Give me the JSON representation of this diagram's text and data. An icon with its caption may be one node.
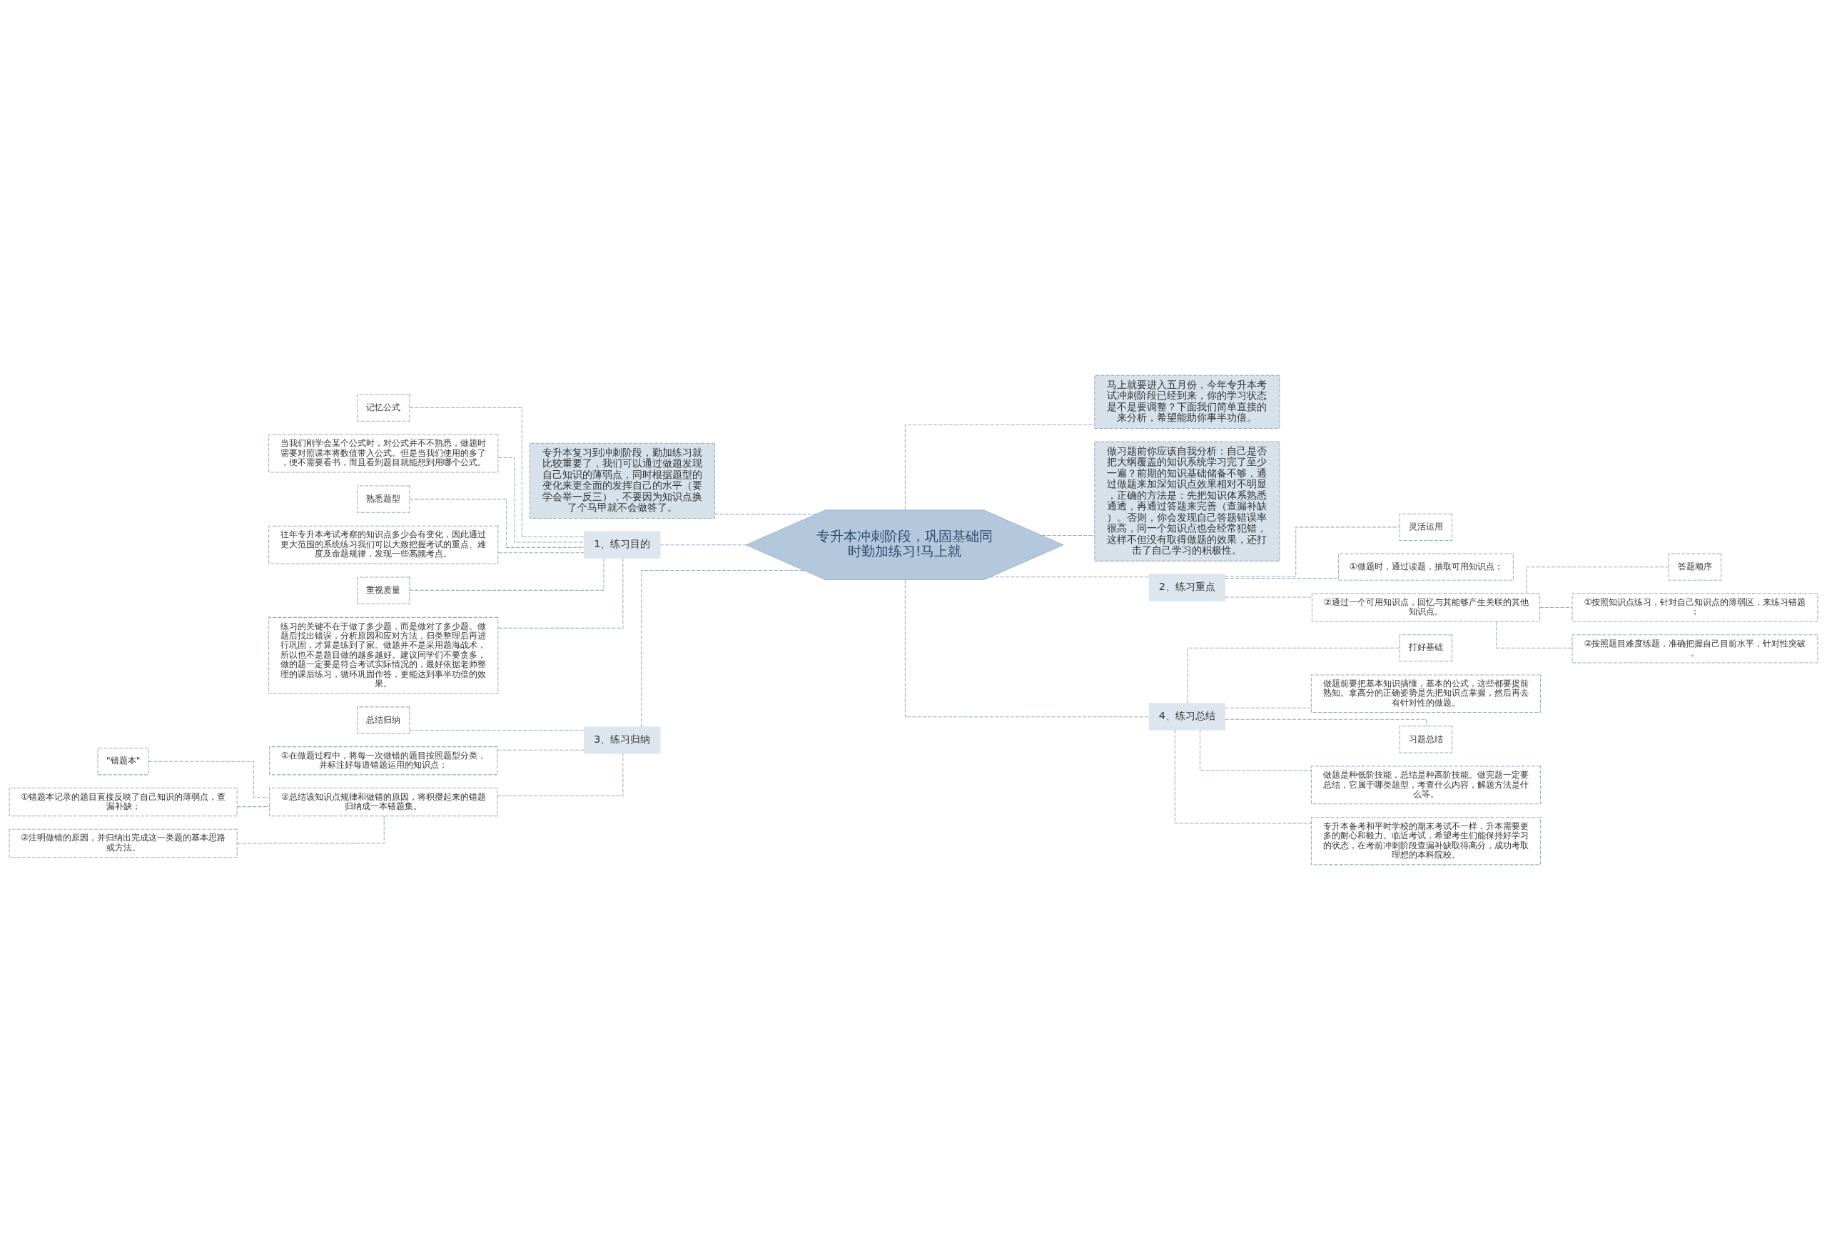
{
  "diagram": {
    "nodes": [
      {
        "text": [
          "专升本冲刺阶段，巩固基础同时勤加练习!马上就"
        ]
      },
      {
        "text": [
          "专升本复习到冲刺阶段，勤加练习就比较重要了，我们可以通过做题发现自己知识的薄弱点，同时根据题型的变化来更全面的发挥自己的水平（要学会举一反三），不要因为知识点换了个马甲就不会做答了。"
        ]
      },
      {
        "text": [
          "1、练习目的"
        ]
      },
      {
        "text": [
          "记忆公式"
        ]
      },
      {
        "text": [
          "当我们刚学会某个公式时，对公式并不不熟悉，做题时需要对照课本将数值带入公式。但是当我们使用的多了，便不需要看书，而且看到题目就能想到用哪个公式。"
        ]
      },
      {
        "text": [
          "熟悉题型"
        ]
      },
      {
        "text": [
          "往年专升本考试考察的知识点多少会有变化，因此通过更大范围的系统练习我们可以大致把握考试的重点、难度及命题规律，发现一些高频考点。"
        ]
      },
      {
        "text": [
          "重视质量"
        ]
      },
      {
        "text": [
          "练习的关键不在于做了多少题，而是做对了多少题。做题后找出错误，分析原因和应对方法，归类整理后再进行巩固，才算是练到了家。做题并不是采用题海战术，所以也不是题目做的越多越好。建议同学们不要贪多，做的题一定要是符合考试实际情况的，最好依据老师整理的课后练习，循环巩固作答，更能达到事半功倍的效果。"
        ]
      },
      {
        "text": [
          "3、练习归纳"
        ]
      },
      {
        "text": [
          "总结归纳"
        ]
      },
      {
        "text": [
          "①在做题过程中，将每一次做错的题目按照题型分类，并标注好每道错题运用的知识点；"
        ]
      },
      {
        "text": [
          "②总结该知识点规律和做错的原因，将积攒起来的错题归纳成一本错题集。"
        ]
      },
      {
        "text": [
          "\"错题本\""
        ]
      },
      {
        "text": [
          "①错题本记录的题目直接反映了自己知识的薄弱点，查漏补缺；"
        ]
      },
      {
        "text": [
          "②注明做错的原因，并归纳出完成这一类题的基本思路或方法。"
        ]
      },
      {
        "text": [
          "马上就要进入五月份，今年专升本考试冲刺阶段已经到来，你的学习状态是不是要调整？下面我们简单直接的来分析，希望能助你事半功倍。"
        ]
      },
      {
        "text": [
          "做习题前你应该自我分析：自己是否把大纲覆盖的知识系统学习完了至少一遍？前期的知识基础储备不够，通过做题来加深知识点效果相对不明显，正确的方法是：先把知识体系熟悉通透，再通过答题来完善（查漏补缺）。否则，你会发现自己答题错误率很高，同一个知识点也会经常犯错，这样不但没有取得做题的效果，还打击了自己学习的积极性。"
        ]
      },
      {
        "text": [
          "2、练习重点"
        ]
      },
      {
        "text": [
          "灵活运用"
        ]
      },
      {
        "text": [
          "①做题时，通过读题，抽取可用知识点；"
        ]
      },
      {
        "text": [
          "②通过一个可用知识点，回忆与其能够产生关联的其他知识点。"
        ]
      },
      {
        "text": [
          "答题顺序"
        ]
      },
      {
        "text": [
          "①按照知识点练习，针对自己知识点的薄弱区，来练习错题；"
        ]
      },
      {
        "text": [
          "②按照题目难度练题，准确把握自己目前水平，针对性突破。"
        ]
      },
      {
        "text": [
          "4、练习总结"
        ]
      },
      {
        "text": [
          "打好基础"
        ]
      },
      {
        "text": [
          "做题前要把基本知识搞懂，基本的公式，这些都要提前熟知。拿高分的正确姿势是先把知识点掌握，然后再去有针对性的做题。"
        ]
      },
      {
        "text": [
          "习题总结"
        ]
      },
      {
        "text": [
          "做题是种低阶技能，总结是种高阶技能。做完题一定要总结，它属于哪类题型，考查什么内容，解题方法是什么等。"
        ]
      },
      {
        "text": [
          "专升本备考和平时学校的期末考试不一样，升本需要更多的耐心和毅力。临近考试，希望考生们能保持好学习的状态，在考前冲刺阶段查漏补缺取得高分，成功考取理想的本科院校。"
        ]
      }
    ],
    "edges": [
      {
        "from": 0,
        "to": 1,
        "arrow": "none",
        "style": "dashed"
      },
      {
        "from": 0,
        "to": 2,
        "arrow": "none",
        "style": "dashed"
      },
      {
        "from": 2,
        "to": 3,
        "arrow": "none",
        "style": "dashed"
      },
      {
        "from": 2,
        "to": 4,
        "arrow": "none",
        "style": "dashed"
      },
      {
        "from": 2,
        "to": 5,
        "arrow": "none",
        "style": "dashed"
      },
      {
        "from": 2,
        "to": 6,
        "arrow": "none",
        "style": "dashed"
      },
      {
        "from": 2,
        "to": 7,
        "arrow": "none",
        "style": "dashed"
      },
      {
        "from": 2,
        "to": 8,
        "arrow": "none",
        "style": "dashed"
      },
      {
        "from": 0,
        "to": 9,
        "arrow": "none",
        "style": "dashed"
      },
      {
        "from": 9,
        "to": 10,
        "arrow": "none",
        "style": "dashed"
      },
      {
        "from": 9,
        "to": 11,
        "arrow": "none",
        "style": "dashed"
      },
      {
        "from": 9,
        "to": 12,
        "arrow": "none",
        "style": "dashed"
      },
      {
        "from": 12,
        "to": 13,
        "arrow": "none",
        "style": "dashed"
      },
      {
        "from": 12,
        "to": 14,
        "arrow": "none",
        "style": "dashed"
      },
      {
        "from": 12,
        "to": 15,
        "arrow": "none",
        "style": "dashed"
      },
      {
        "from": 0,
        "to": 16,
        "arrow": "none",
        "style": "dashed"
      },
      {
        "from": 0,
        "to": 17,
        "arrow": "none",
        "style": "dashed"
      },
      {
        "from": 0,
        "to": 18,
        "arrow": "none",
        "style": "dashed"
      },
      {
        "from": 18,
        "to": 19,
        "arrow": "none",
        "style": "dashed"
      },
      {
        "from": 18,
        "to": 20,
        "arrow": "none",
        "style": "dashed"
      },
      {
        "from": 18,
        "to": 21,
        "arrow": "none",
        "style": "dashed"
      },
      {
        "from": 21,
        "to": 22,
        "arrow": "none",
        "style": "dashed"
      },
      {
        "from": 21,
        "to": 23,
        "arrow": "none",
        "style": "dashed"
      },
      {
        "from": 21,
        "to": 24,
        "arrow": "none",
        "style": "dashed"
      },
      {
        "from": 0,
        "to": 25,
        "arrow": "none",
        "style": "dashed"
      },
      {
        "from": 25,
        "to": 26,
        "arrow": "none",
        "style": "dashed"
      },
      {
        "from": 25,
        "to": 27,
        "arrow": "none",
        "style": "dashed"
      },
      {
        "from": 25,
        "to": 28,
        "arrow": "none",
        "style": "dashed"
      },
      {
        "from": 25,
        "to": 29,
        "arrow": "none",
        "style": "dashed"
      },
      {
        "from": 25,
        "to": 30,
        "arrow": "none",
        "style": "dashed"
      }
    ]
  }
}
